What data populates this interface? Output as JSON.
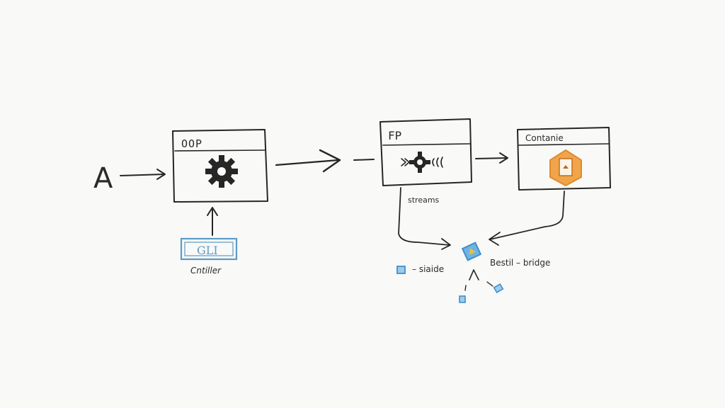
{
  "nodes": {
    "a_label": "A",
    "oop_title": "OOP",
    "fp_title": "FP",
    "container_title": "Contanie",
    "gui_label": "GLI",
    "controller_label": "Cntiller",
    "streams_label": "streams",
    "bridge_label": "Bestil – bridge",
    "side_label": "– siaide"
  },
  "colors": {
    "ink": "#262626",
    "gui_blue": "#5b9bc8",
    "orange": "#e08a2c",
    "orange_fill": "#f0a54a",
    "blue_piece": "#3f8fcf",
    "blue_piece_fill": "#6fb3e0"
  },
  "icons": {
    "oop": "gear-icon",
    "fp": "gear-stream-icon",
    "container": "package-icon",
    "bridge": "bridge-piece-icon"
  }
}
